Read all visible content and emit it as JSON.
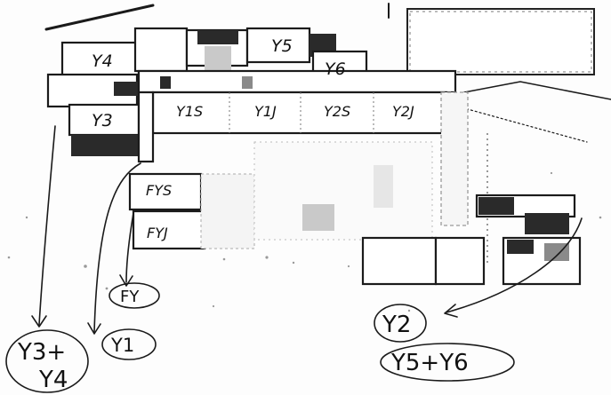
{
  "floor_plan": {
    "room_labels": {
      "y4": "Y4",
      "y5": "Y5",
      "y6": "Y6",
      "y3": "Y3",
      "y1s": "Y1S",
      "y1j": "Y1J",
      "y2s": "Y2S",
      "y2j": "Y2J",
      "fys": "FYS",
      "fyj": "FYJ"
    }
  },
  "annotations": {
    "fy": "FY",
    "y1": "Y1",
    "y3_y4_line1": "Y3+",
    "y3_y4_line2": "Y4",
    "y2": "Y2",
    "y5_y6": "Y5+Y6"
  },
  "colors": {
    "ink": "#1a1a1a",
    "paper": "#fdfdfd",
    "shading": "#2a2a2a"
  }
}
